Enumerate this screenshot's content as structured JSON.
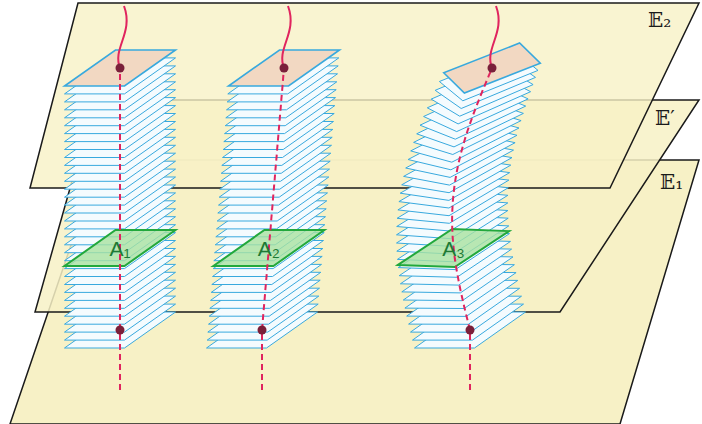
{
  "diagram": {
    "labels": [
      "𝔼₂",
      "𝔼′",
      "𝔼₁",
      "A₁",
      "A₂",
      "A₃"
    ]
  }
}
